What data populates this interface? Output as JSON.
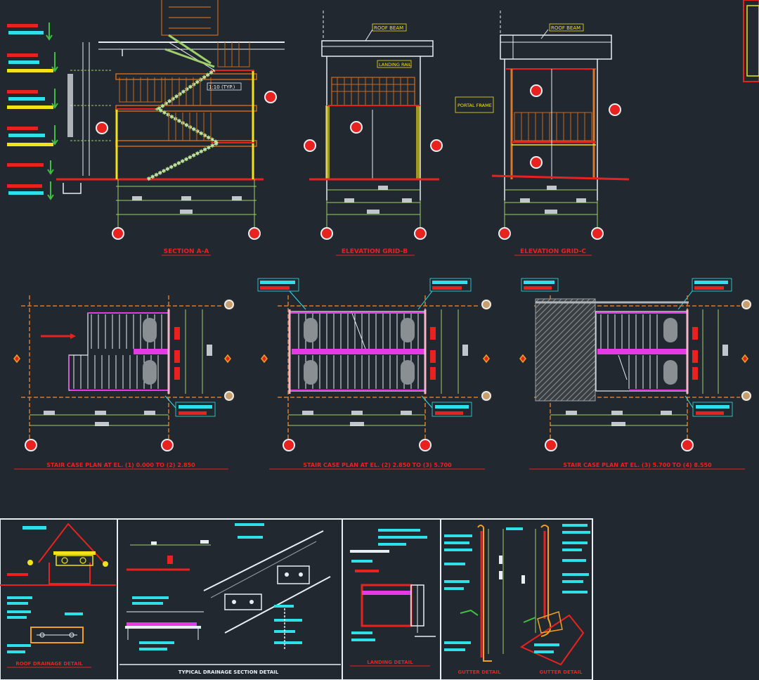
{
  "drawing": {
    "background_color": "#212830",
    "colors": {
      "red": "#e8231f",
      "yellow": "#f2e21a",
      "orange": "#c9691b",
      "cyan": "#2fe0e8",
      "magenta": "#e63ae6",
      "green": "#3fbf3f",
      "white": "#e9eef2",
      "grid_orange": "#d9782a",
      "light_green": "#9fcf6a"
    },
    "labels": {
      "beam_top": "ROOF BEAM",
      "landing_rail": "LANDING RAIL",
      "fixed_rail": "PORTAL FRAME",
      "section_rail": "1:10 (TYP.)"
    },
    "section_titles": [
      "SECTION A-A",
      "ELEVATION GRID-B",
      "ELEVATION GRID-C"
    ],
    "plan_titles": [
      "STAIR CASE PLAN AT EL. (1) 0.000 TO (2) 2.850",
      "STAIR CASE PLAN AT EL. (2) 2.850 TO (3) 5.700",
      "STAIR CASE PLAN AT EL. (3) 5.700 TO (4) 8.550"
    ],
    "detail_titles": [
      "ROOF DRAINAGE DETAIL",
      "TYPICAL DRAINAGE SECTION DETAIL",
      "LANDING DETAIL",
      "GUTTER DETAIL",
      "GUTTER DETAIL"
    ]
  }
}
